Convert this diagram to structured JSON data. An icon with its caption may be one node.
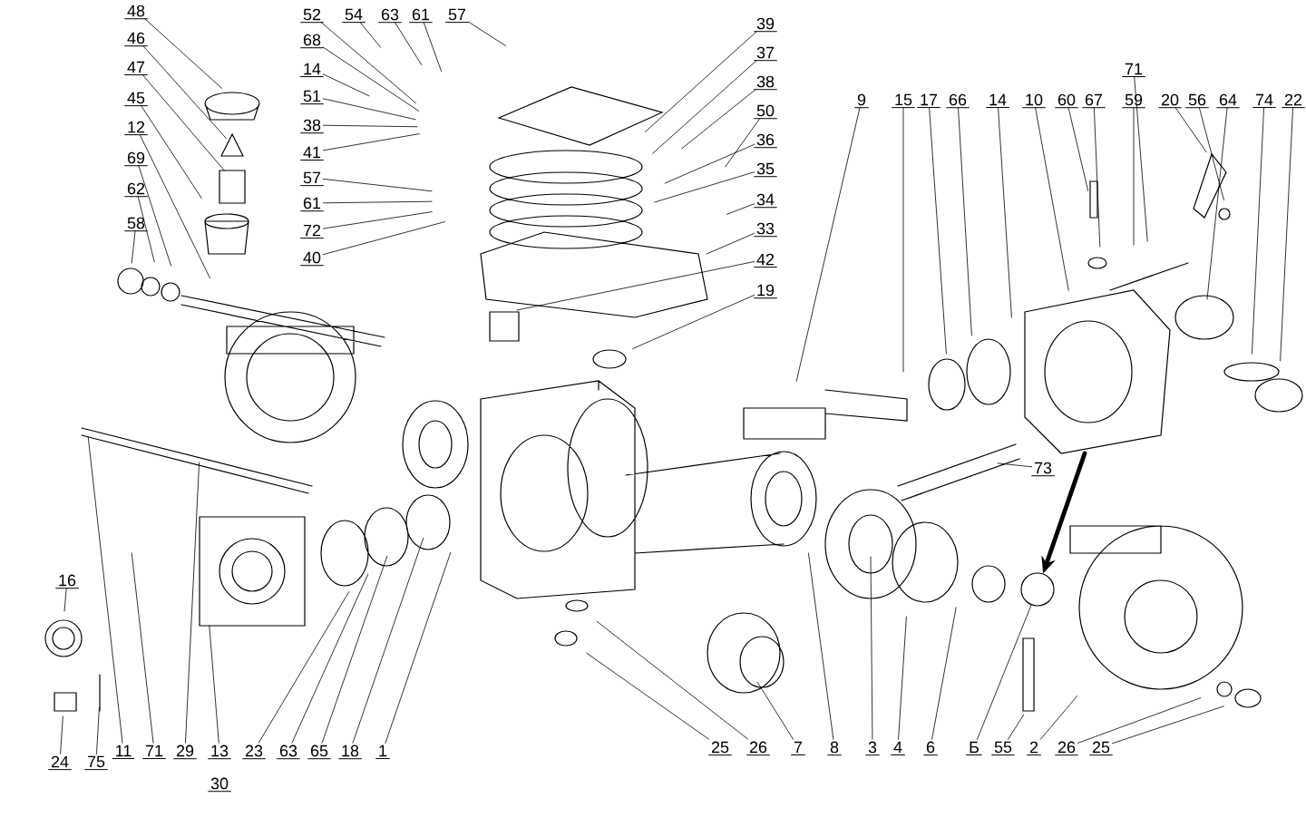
{
  "diagram": {
    "nodes": [
      {
        "text": [
          "48"
        ]
      },
      {
        "text": [
          "46"
        ]
      },
      {
        "text": [
          "47"
        ]
      },
      {
        "text": [
          "45"
        ]
      },
      {
        "text": [
          "12"
        ]
      },
      {
        "text": [
          "69"
        ]
      },
      {
        "text": [
          "62"
        ]
      },
      {
        "text": [
          "58"
        ]
      },
      {
        "text": [
          "52"
        ]
      },
      {
        "text": [
          "54"
        ]
      },
      {
        "text": [
          "63"
        ]
      },
      {
        "text": [
          "61"
        ]
      },
      {
        "text": [
          "57"
        ]
      },
      {
        "text": [
          "68"
        ]
      },
      {
        "text": [
          "14"
        ]
      },
      {
        "text": [
          "51"
        ]
      },
      {
        "text": [
          "38"
        ]
      },
      {
        "text": [
          "41"
        ]
      },
      {
        "text": [
          "57"
        ]
      },
      {
        "text": [
          "61"
        ]
      },
      {
        "text": [
          "72"
        ]
      },
      {
        "text": [
          "40"
        ]
      },
      {
        "text": [
          "39"
        ]
      },
      {
        "text": [
          "37"
        ]
      },
      {
        "text": [
          "38"
        ]
      },
      {
        "text": [
          "50"
        ]
      },
      {
        "text": [
          "36"
        ]
      },
      {
        "text": [
          "35"
        ]
      },
      {
        "text": [
          "34"
        ]
      },
      {
        "text": [
          "33"
        ]
      },
      {
        "text": [
          "42"
        ]
      },
      {
        "text": [
          "19"
        ]
      },
      {
        "text": [
          "9"
        ]
      },
      {
        "text": [
          "15"
        ]
      },
      {
        "text": [
          "17"
        ]
      },
      {
        "text": [
          "66"
        ]
      },
      {
        "text": [
          "14"
        ]
      },
      {
        "text": [
          "10"
        ]
      },
      {
        "text": [
          "60"
        ]
      },
      {
        "text": [
          "67"
        ]
      },
      {
        "text": [
          "71"
        ]
      },
      {
        "text": [
          "59"
        ]
      },
      {
        "text": [
          "20"
        ]
      },
      {
        "text": [
          "56"
        ]
      },
      {
        "text": [
          "64"
        ]
      },
      {
        "text": [
          "74"
        ]
      },
      {
        "text": [
          "22"
        ]
      },
      {
        "text": [
          "73"
        ]
      },
      {
        "text": [
          "16"
        ]
      },
      {
        "text": [
          "24"
        ]
      },
      {
        "text": [
          "75"
        ]
      },
      {
        "text": [
          "11"
        ]
      },
      {
        "text": [
          "71"
        ]
      },
      {
        "text": [
          "29"
        ]
      },
      {
        "text": [
          "13"
        ]
      },
      {
        "text": [
          "23"
        ]
      },
      {
        "text": [
          "63"
        ]
      },
      {
        "text": [
          "65"
        ]
      },
      {
        "text": [
          "18"
        ]
      },
      {
        "text": [
          "1"
        ]
      },
      {
        "text": [
          "25"
        ]
      },
      {
        "text": [
          "26"
        ]
      },
      {
        "text": [
          "7"
        ]
      },
      {
        "text": [
          "8"
        ]
      },
      {
        "text": [
          "3"
        ]
      },
      {
        "text": [
          "4"
        ]
      },
      {
        "text": [
          "6"
        ]
      },
      {
        "text": [
          "Б"
        ]
      },
      {
        "text": [
          "55"
        ]
      },
      {
        "text": [
          "2"
        ]
      },
      {
        "text": [
          "26"
        ]
      },
      {
        "text": [
          "25"
        ]
      },
      {
        "text": [],
        "shape": "circle"
      }
    ],
    "edges": [
      {
        "from": 0,
        "to": null,
        "arrow": "none"
      },
      {
        "from": 1,
        "to": null,
        "arrow": "none"
      },
      {
        "from": 2,
        "to": null,
        "arrow": "none"
      },
      {
        "from": 3,
        "to": null,
        "arrow": "none"
      },
      {
        "from": 4,
        "to": null,
        "arrow": "none"
      },
      {
        "from": 5,
        "to": null,
        "arrow": "none"
      },
      {
        "from": 6,
        "to": null,
        "arrow": "none"
      },
      {
        "from": 7,
        "to": null,
        "arrow": "none"
      },
      {
        "from": 8,
        "to": null,
        "arrow": "none"
      },
      {
        "from": 9,
        "to": null,
        "arrow": "none"
      },
      {
        "from": 10,
        "to": null,
        "arrow": "none"
      },
      {
        "from": 11,
        "to": null,
        "arrow": "none"
      },
      {
        "from": 12,
        "to": null,
        "arrow": "none"
      },
      {
        "from": 13,
        "to": null,
        "arrow": "none"
      },
      {
        "from": 14,
        "to": null,
        "arrow": "none"
      },
      {
        "from": 15,
        "to": null,
        "arrow": "none"
      },
      {
        "from": 16,
        "to": null,
        "arrow": "none"
      },
      {
        "from": 17,
        "to": null,
        "arrow": "none"
      },
      {
        "from": 18,
        "to": null,
        "arrow": "none"
      },
      {
        "from": 19,
        "to": null,
        "arrow": "none"
      },
      {
        "from": 20,
        "to": null,
        "arrow": "none"
      },
      {
        "from": 21,
        "to": null,
        "arrow": "none"
      },
      {
        "from": 22,
        "to": null,
        "arrow": "none"
      },
      {
        "from": 23,
        "to": null,
        "arrow": "none"
      },
      {
        "from": 24,
        "to": null,
        "arrow": "none"
      },
      {
        "from": 25,
        "to": null,
        "arrow": "none"
      },
      {
        "from": 26,
        "to": null,
        "arrow": "none"
      },
      {
        "from": 27,
        "to": null,
        "arrow": "none"
      },
      {
        "from": 28,
        "to": null,
        "arrow": "none"
      },
      {
        "from": 29,
        "to": null,
        "arrow": "none"
      },
      {
        "from": 30,
        "to": null,
        "arrow": "none"
      },
      {
        "from": 31,
        "to": null,
        "arrow": "none"
      },
      {
        "from": 32,
        "to": null,
        "arrow": "none"
      },
      {
        "from": 33,
        "to": null,
        "arrow": "none"
      },
      {
        "from": 34,
        "to": null,
        "arrow": "none"
      },
      {
        "from": 35,
        "to": null,
        "arrow": "none"
      },
      {
        "from": 36,
        "to": null,
        "arrow": "none"
      },
      {
        "from": 37,
        "to": null,
        "arrow": "none"
      },
      {
        "from": 38,
        "to": null,
        "arrow": "none"
      },
      {
        "from": 39,
        "to": null,
        "arrow": "none"
      },
      {
        "from": 40,
        "to": null,
        "arrow": "none"
      },
      {
        "from": 41,
        "to": null,
        "arrow": "none"
      },
      {
        "from": 42,
        "to": null,
        "arrow": "none"
      },
      {
        "from": 43,
        "to": null,
        "arrow": "none"
      },
      {
        "from": 44,
        "to": null,
        "arrow": "none"
      },
      {
        "from": 45,
        "to": null,
        "arrow": "none"
      },
      {
        "from": 46,
        "to": null,
        "arrow": "none"
      },
      {
        "from": 47,
        "to": null,
        "arrow": "none"
      },
      {
        "from": 48,
        "to": null,
        "arrow": "none"
      },
      {
        "from": 49,
        "to": null,
        "arrow": "none"
      },
      {
        "from": 50,
        "to": null,
        "arrow": "none"
      },
      {
        "from": 51,
        "to": null,
        "arrow": "none"
      },
      {
        "from": 52,
        "to": null,
        "arrow": "none"
      },
      {
        "from": 53,
        "to": null,
        "arrow": "none"
      },
      {
        "from": 54,
        "to": null,
        "arrow": "none"
      },
      {
        "from": 55,
        "to": null,
        "arrow": "none"
      },
      {
        "from": 56,
        "to": null,
        "arrow": "none"
      },
      {
        "from": 57,
        "to": null,
        "arrow": "none"
      },
      {
        "from": 58,
        "to": null,
        "arrow": "none"
      },
      {
        "from": 59,
        "to": null,
        "arrow": "none"
      },
      {
        "from": 60,
        "to": null,
        "arrow": "none"
      },
      {
        "from": 61,
        "to": null,
        "arrow": "none"
      },
      {
        "from": 62,
        "to": null,
        "arrow": "none"
      },
      {
        "from": 63,
        "to": null,
        "arrow": "none"
      },
      {
        "from": 64,
        "to": null,
        "arrow": "none"
      },
      {
        "from": 65,
        "to": null,
        "arrow": "none"
      },
      {
        "from": 66,
        "to": null,
        "arrow": "none"
      },
      {
        "from": 67,
        "to": 72,
        "arrow": "none"
      },
      {
        "from": 68,
        "to": null,
        "arrow": "none"
      },
      {
        "from": 69,
        "to": null,
        "arrow": "none"
      },
      {
        "from": 70,
        "to": null,
        "arrow": "none"
      },
      {
        "from": 71,
        "to": null,
        "arrow": "none"
      },
      {
        "from": null,
        "to": 72,
        "arrow": "to",
        "style": "thick"
      }
    ],
    "labels": [
      "30"
    ]
  }
}
